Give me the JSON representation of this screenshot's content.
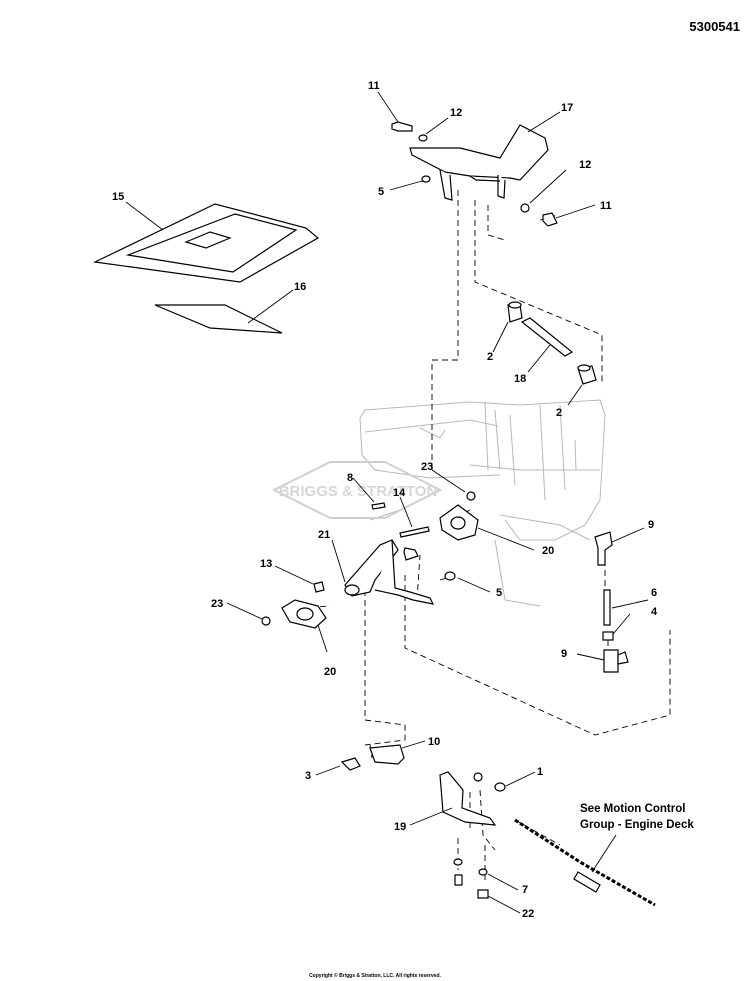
{
  "document_id": "5300541",
  "note_line1": "See Motion Control",
  "note_line2": "Group - Engine Deck",
  "copyright": "Copyright © Briggs & Stratton, LLC. All rights reserved.",
  "watermark": "BRIGGS & STRATTON",
  "callouts": {
    "c11a": "11",
    "c12a": "12",
    "c17": "17",
    "c5a": "5",
    "c12b": "12",
    "c11b": "11",
    "c15": "15",
    "c16": "16",
    "c2a": "2",
    "c18": "18",
    "c2b": "2",
    "c8": "8",
    "c23a": "23",
    "c14": "14",
    "c21": "21",
    "c20a": "20",
    "c9a": "9",
    "c13": "13",
    "c5b": "5",
    "c6": "6",
    "c4": "4",
    "c23b": "23",
    "c20b": "20",
    "c9b": "9",
    "c10": "10",
    "c3": "3",
    "c1": "1",
    "c19": "19",
    "c7": "7",
    "c22": "22"
  }
}
